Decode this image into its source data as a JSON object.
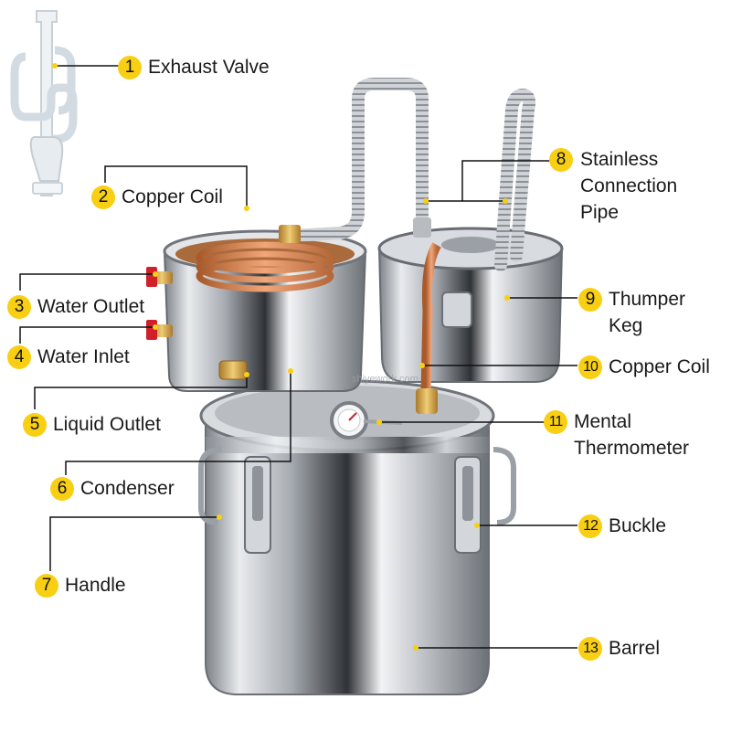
{
  "watermark": "shiyework.com",
  "parts": [
    {
      "num": "1",
      "label": "Exhaust Valve"
    },
    {
      "num": "2",
      "label": "Copper Coil"
    },
    {
      "num": "3",
      "label": "Water Outlet"
    },
    {
      "num": "4",
      "label": "Water Inlet"
    },
    {
      "num": "5",
      "label": "Liquid Outlet"
    },
    {
      "num": "6",
      "label": "Condenser"
    },
    {
      "num": "7",
      "label": "Handle"
    },
    {
      "num": "8",
      "label": "Stainless\nConnection\nPipe"
    },
    {
      "num": "9",
      "label": "Thumper\nKeg"
    },
    {
      "num": "10",
      "label": "Copper Coil"
    },
    {
      "num": "11",
      "label": "Mental\nThermometer"
    },
    {
      "num": "12",
      "label": "Buckle"
    },
    {
      "num": "13",
      "label": "Barrel"
    }
  ],
  "colors": {
    "badge": "#f9cf14",
    "line": "#111111",
    "copper": "#d9834f",
    "steel": "#c9ccd0"
  }
}
